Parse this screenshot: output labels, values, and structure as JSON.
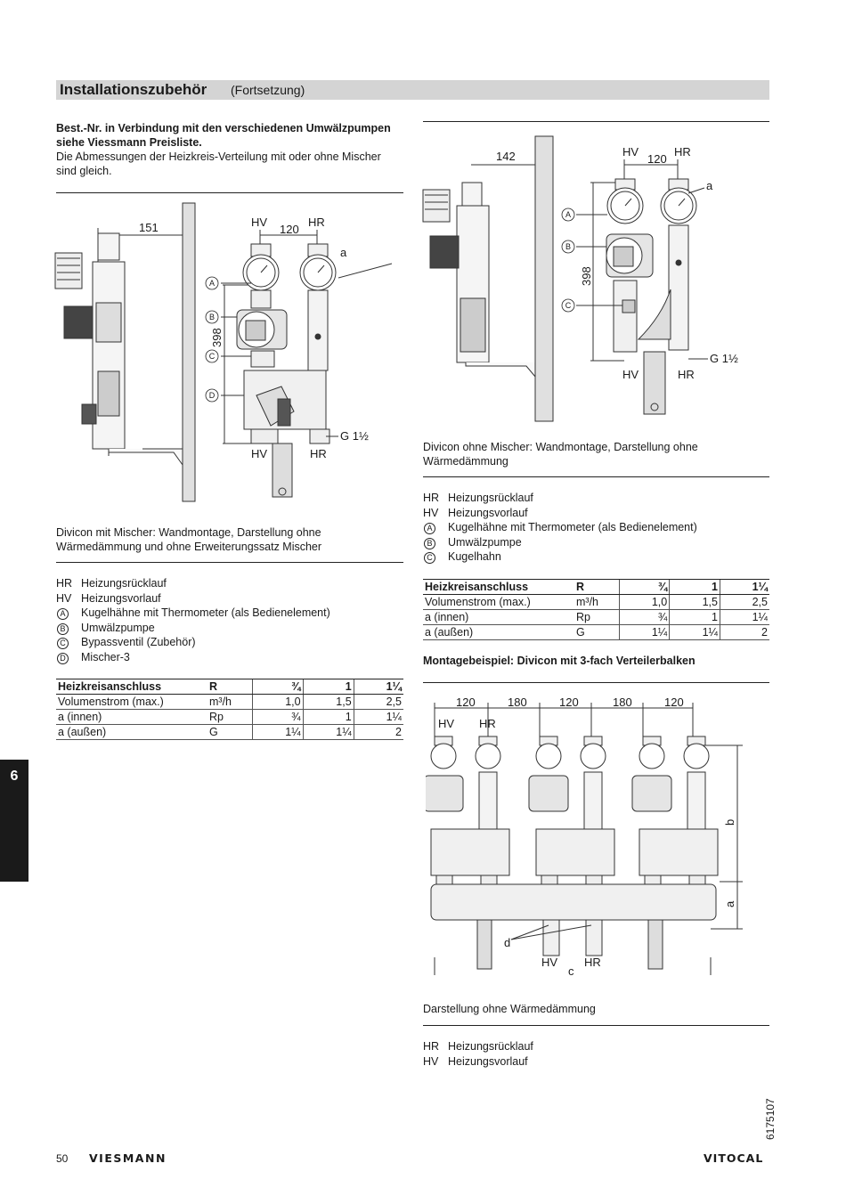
{
  "header": {
    "title": "Installationszubehör",
    "subtitle": "(Fortsetzung)"
  },
  "intro": {
    "bold": "Best.-Nr. in Verbindung mit den verschiedenen Umwälzpumpen siehe Viessmann Preisliste.",
    "text": "Die Abmessungen der Heizkreis-Verteilung mit oder ohne Mischer sind gleich."
  },
  "fig1": {
    "dim_151": "151",
    "dim_120": "120",
    "dim_398": "398",
    "hv": "HV",
    "hr": "HR",
    "a": "a",
    "g": "G 1½",
    "A": "A",
    "B": "B",
    "C": "C",
    "D": "D",
    "caption": "Divicon mit Mischer: Wandmontage, Darstellung ohne Wärmedämmung und ohne Erweiterungssatz Mischer"
  },
  "fig2": {
    "dim_142": "142",
    "dim_120": "120",
    "dim_398": "398",
    "hv": "HV",
    "hr": "HR",
    "a": "a",
    "g": "G 1½",
    "A": "A",
    "B": "B",
    "C": "C",
    "caption": "Divicon ohne Mischer: Wandmontage, Darstellung ohne Wärmedämmung"
  },
  "legend_left": [
    {
      "key": "HR",
      "text": "Heizungsrücklauf"
    },
    {
      "key": "HV",
      "text": "Heizungsvorlauf"
    },
    {
      "key": "A",
      "text": "Kugelhähne mit Thermometer (als Bedienelement)",
      "circled": true
    },
    {
      "key": "B",
      "text": "Umwälzpumpe",
      "circled": true
    },
    {
      "key": "C",
      "text": "Bypassventil (Zubehör)",
      "circled": true
    },
    {
      "key": "D",
      "text": "Mischer-3",
      "circled": true
    }
  ],
  "legend_right": [
    {
      "key": "HR",
      "text": "Heizungsrücklauf"
    },
    {
      "key": "HV",
      "text": "Heizungsvorlauf"
    },
    {
      "key": "A",
      "text": "Kugelhähne mit Thermometer (als Bedienelement)",
      "circled": true
    },
    {
      "key": "B",
      "text": "Umwälzpumpe",
      "circled": true
    },
    {
      "key": "C",
      "text": "Kugelhahn",
      "circled": true
    }
  ],
  "table": {
    "header": [
      "Heizkreisanschluss",
      "R",
      "¾",
      "1",
      "1¼"
    ],
    "rows": [
      {
        "label": "Volumenstrom (max.)",
        "unit": "m³/h",
        "v1": "1,0",
        "v2": "1,5",
        "v3": "2,5"
      },
      {
        "label": "a (innen)",
        "unit": "Rp",
        "v1": "¾",
        "v2": "1",
        "v3": "1¼"
      },
      {
        "label": "a (außen)",
        "unit": "G",
        "v1": "1¼",
        "v2": "1¼",
        "v3": "2"
      }
    ]
  },
  "montage": {
    "title": "Montagebeispiel: Divicon mit 3-fach Verteilerbalken",
    "dims": [
      "120",
      "180",
      "120",
      "180",
      "120"
    ],
    "hv": "HV",
    "hr": "HR",
    "a": "a",
    "b": "b",
    "c": "c",
    "d": "d",
    "caption": "Darstellung ohne Wärmedämmung"
  },
  "legend_bottom": [
    {
      "key": "HR",
      "text": "Heizungsrücklauf"
    },
    {
      "key": "HV",
      "text": "Heizungsvorlauf"
    }
  ],
  "footer": {
    "page": "50",
    "logo": "VIESMANN",
    "brand": "VITOCAL",
    "docnum": "6175107",
    "chapter": "6"
  }
}
